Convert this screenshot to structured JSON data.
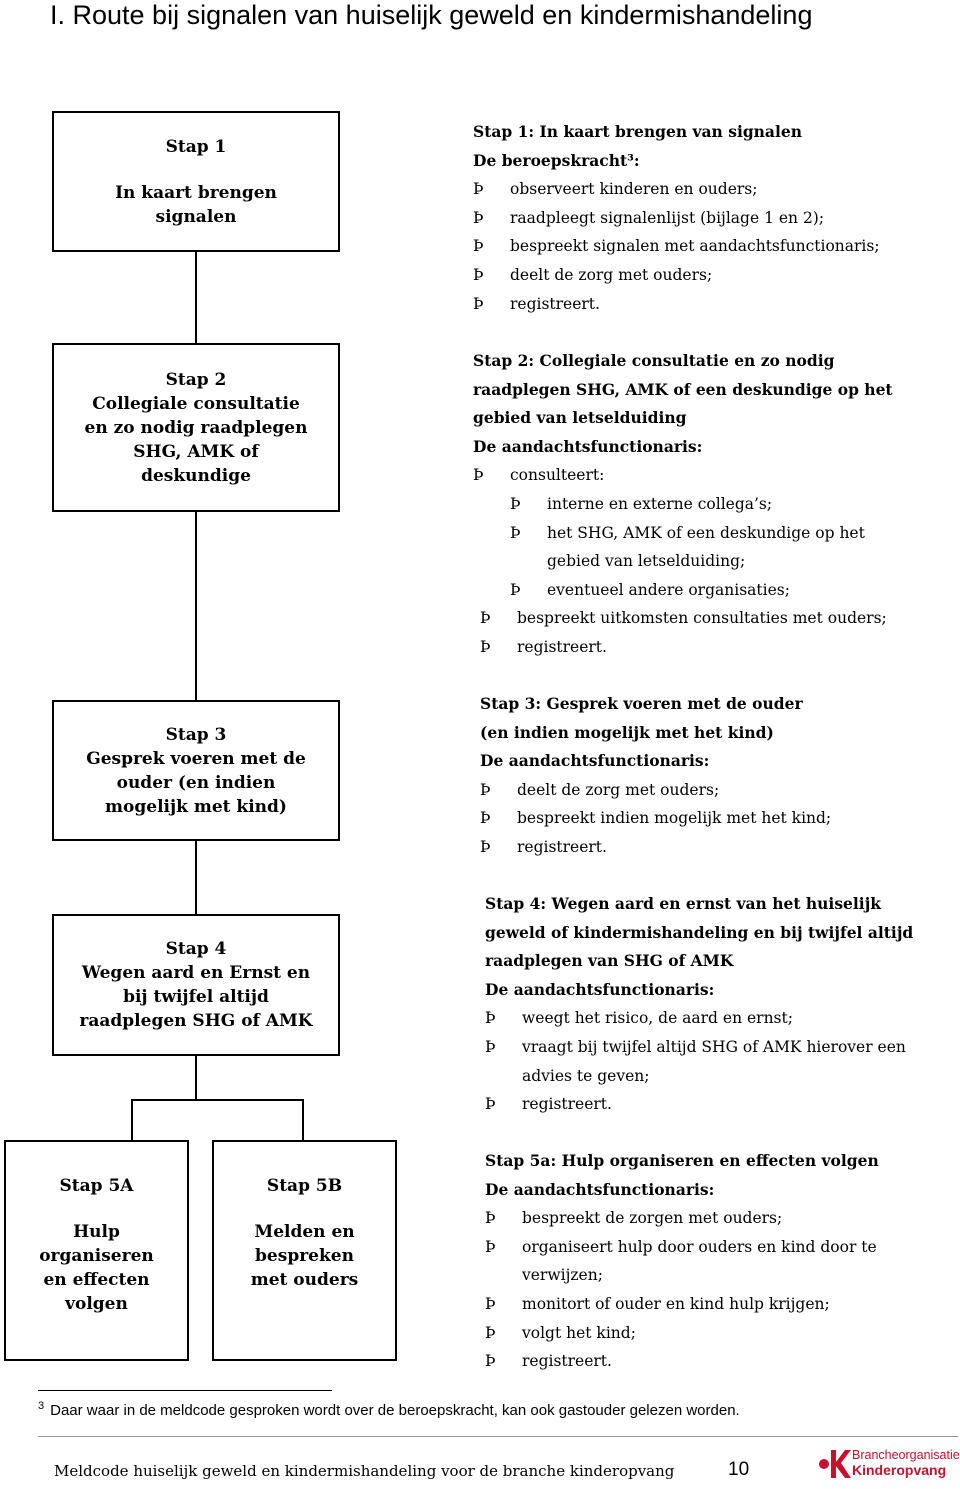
{
  "title": "I. Route bij signalen van huiselijk geweld en kindermishandeling",
  "boxes": {
    "stap1": {
      "line1": "Stap 1",
      "line2": "In kaart brengen",
      "line3": "signalen"
    },
    "stap2": {
      "line1": "Stap 2",
      "line2": "Collegiale consultatie",
      "line3": "en zo nodig raadplegen",
      "line4": "SHG, AMK of",
      "line5": "deskundige"
    },
    "stap3": {
      "line1": "Stap 3",
      "line2": "Gesprek voeren met de",
      "line3": "ouder (en indien",
      "line4": "mogelijk met kind)"
    },
    "stap4": {
      "line1": "Stap 4",
      "line2": "Wegen aard en Ernst en",
      "line3": "bij twijfel altijd",
      "line4": "raadplegen SHG of AMK"
    },
    "stap5a": {
      "line1": "Stap 5A",
      "line2": "Hulp",
      "line3": "organiseren",
      "line4": "en effecten",
      "line5": "volgen"
    },
    "stap5b": {
      "line1": "Stap 5B",
      "line2": "Melden en",
      "line3": "bespreken",
      "line4": "met ouders"
    }
  },
  "desc1": {
    "heading": "Stap 1: In kaart brengen van signalen",
    "subheading": "De beroepskracht³:",
    "bullets": [
      "observeert kinderen en ouders;",
      "raadpleegt signalenlijst (bijlage 1 en 2);",
      "bespreekt signalen met aandachtsfunctionaris;",
      "deelt de zorg met ouders;",
      "registreert."
    ]
  },
  "desc2": {
    "heading1": "Stap 2: Collegiale consultatie en zo nodig",
    "heading2": "raadplegen SHG, AMK of een deskundige op het",
    "heading3": "gebied van letselduiding",
    "subheading": "De aandachtsfunctionaris:",
    "b1": "consulteert:",
    "sub1": "interne en externe collega’s;",
    "sub2a": "het SHG, AMK of een deskundige op het",
    "sub2b": "gebied van letselduiding;",
    "sub3": "eventueel andere organisaties;",
    "b2": "bespreekt uitkomsten consultaties met ouders;",
    "b3": "registreert."
  },
  "desc3": {
    "heading1": "Stap 3: Gesprek voeren met de ouder",
    "heading2": "(en indien mogelijk met het kind)",
    "subheading": "De aandachtsfunctionaris:",
    "bullets": [
      "deelt de zorg met ouders;",
      "bespreekt indien mogelijk met het kind;",
      "registreert."
    ]
  },
  "desc4": {
    "heading1": "Stap 4: Wegen aard en ernst van het huiselijk",
    "heading2": "geweld of kindermishandeling en bij twijfel altijd",
    "heading3": "raadplegen van SHG of AMK",
    "subheading": "De aandachtsfunctionaris:",
    "b1": "weegt het risico, de aard en ernst;",
    "b2a": "vraagt bij twijfel altijd SHG of AMK hierover een",
    "b2b": "advies te geven;",
    "b3": "registreert."
  },
  "desc5": {
    "heading": "Stap 5a: Hulp organiseren en effecten volgen",
    "subheading": "De aandachtsfunctionaris:",
    "b1": "bespreekt de zorgen met ouders;",
    "b2a": "organiseert hulp door ouders en kind door te",
    "b2b": "verwijzen;",
    "b3": "monitort of ouder en kind hulp krijgen;",
    "b4": "volgt het kind;",
    "b5": "registreert."
  },
  "footnote": {
    "mark": "3",
    "text": "Daar waar in de meldcode gesproken wordt over de beroepskracht, kan ook gastouder gelezen worden."
  },
  "footer": {
    "text": "Meldcode huiselijk geweld en kindermishandeling voor de branche kinderopvang",
    "page": "10",
    "logo_line1": "Brancheorganisatie",
    "logo_line2": "Kinderopvang",
    "brand_color": "#c8102e"
  }
}
